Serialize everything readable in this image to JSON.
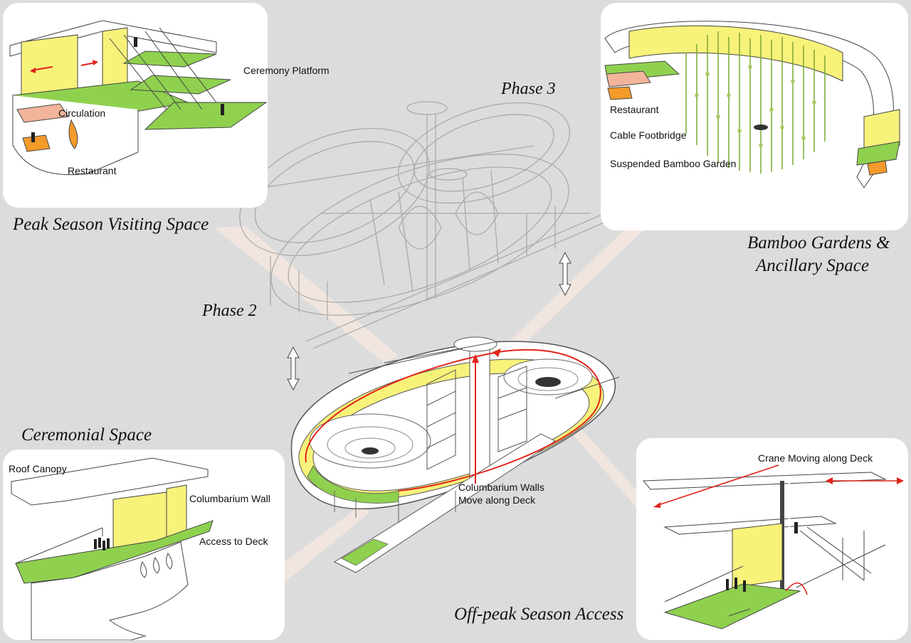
{
  "captions": {
    "phase3": "Phase 3",
    "phase2": "Phase 2",
    "peak_season": "Peak Season Visiting Space",
    "bamboo_gardens_line1": "Bamboo Gardens &",
    "bamboo_gardens_line2": "Ancillary Space",
    "ceremonial": "Ceremonial Space",
    "offpeak": "Off-peak Season Access"
  },
  "labels": {
    "ceremony_platform": "Ceremony Platform",
    "circulation": "Circulation",
    "restaurant_tl": "Restaurant",
    "restaurant_tr": "Restaurant",
    "cable_footbridge": "Cable Footbridge",
    "suspended_bamboo": "Suspended Bamboo Garden",
    "roof_canopy": "Roof Canopy",
    "columbarium_wall": "Columbarium Wall",
    "access_to_deck": "Access to Deck",
    "columbarium_walls_line1": "Columbarium Walls",
    "columbarium_walls_line2": "Move along Deck",
    "crane_moving": "Crane Moving along Deck"
  },
  "colors": {
    "background": "#dcdcdc",
    "panel": "#ffffff",
    "deck_green": "#8fd14f",
    "wall_yellow": "#f7f27a",
    "restaurant_orange": "#f39a2a",
    "circulation_pink": "#f2b49a",
    "arrow_red": "#e0241b",
    "line_gray": "#555555"
  }
}
